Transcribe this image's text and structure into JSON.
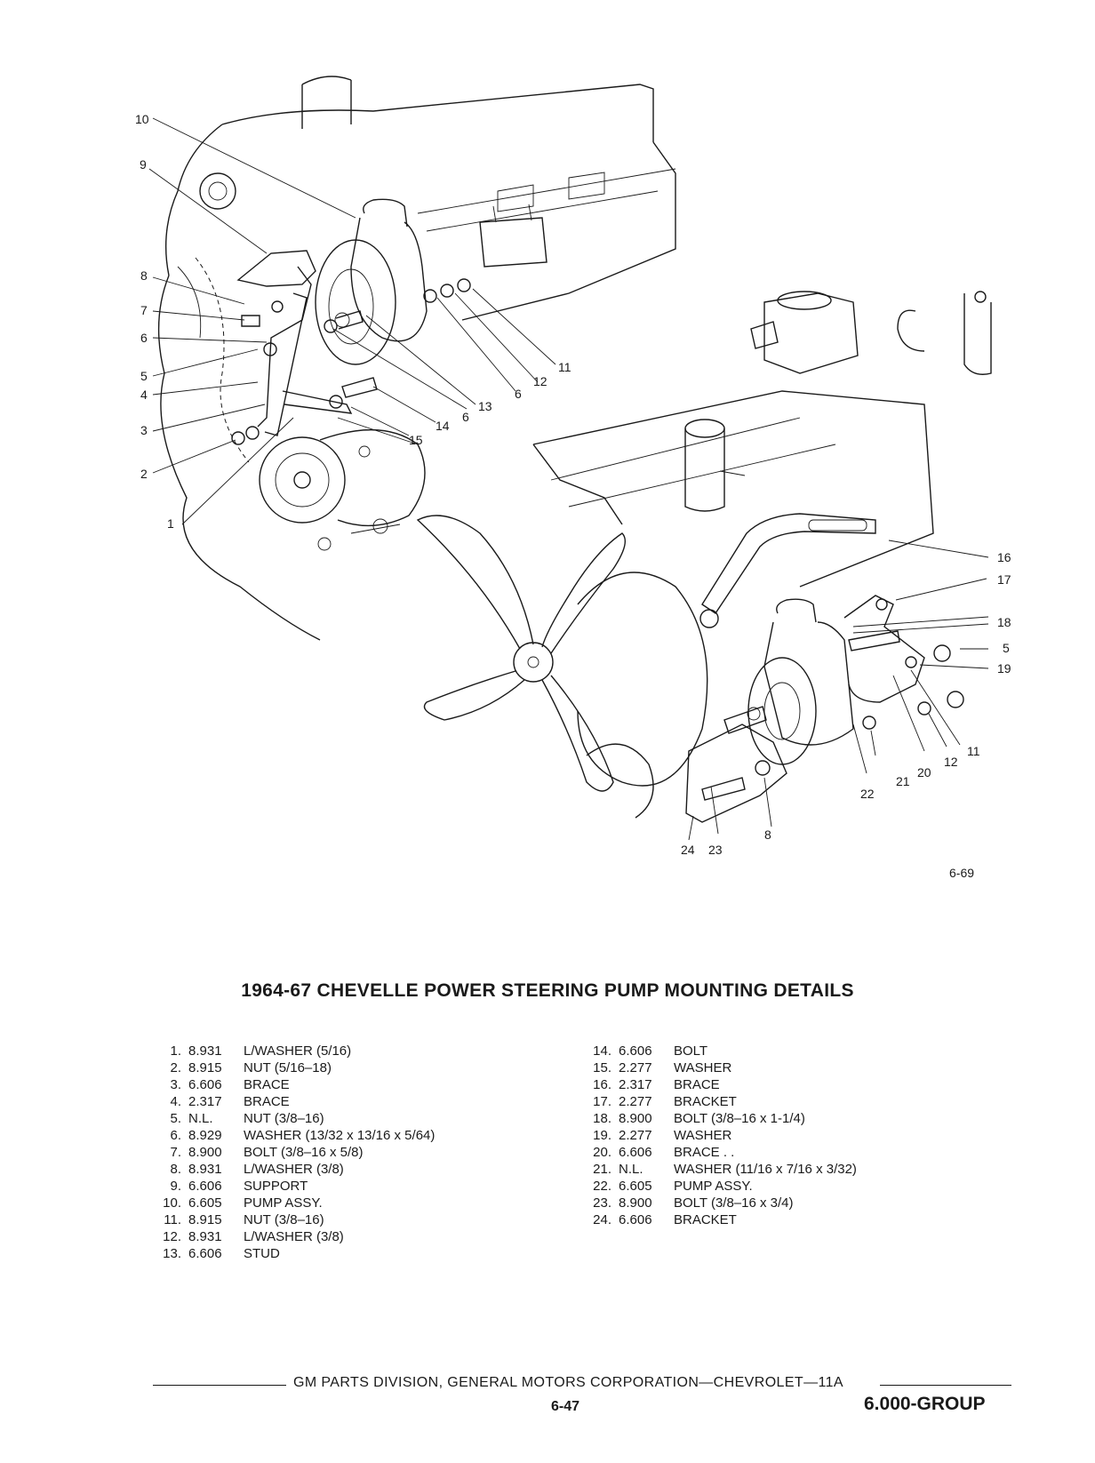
{
  "figure": {
    "callouts_upper": {
      "c10": "10",
      "c9": "9",
      "c8": "8",
      "c7": "7",
      "c6": "6",
      "c5": "5",
      "c4": "4",
      "c3": "3",
      "c2": "2",
      "c1": "1",
      "c11": "11",
      "c12": "12",
      "c6b": "6",
      "c13": "13",
      "c6c": "6",
      "c14": "14",
      "c15": "15"
    },
    "callouts_lower": {
      "c16": "16",
      "c17": "17",
      "c18": "18",
      "c5": "5",
      "c19": "19",
      "c11": "11",
      "c12": "12",
      "c20": "20",
      "c21": "21",
      "c22": "22",
      "c8": "8",
      "c24": "24",
      "c23": "23"
    },
    "ref": "6-69"
  },
  "title": "1964-67 CHEVELLE POWER STEERING PUMP MOUNTING DETAILS",
  "parts_left": [
    {
      "num": "1.",
      "code": "8.931",
      "desc": "L/WASHER (5/16)"
    },
    {
      "num": "2.",
      "code": "8.915",
      "desc": "NUT (5/16–18)"
    },
    {
      "num": "3.",
      "code": "6.606",
      "desc": "BRACE"
    },
    {
      "num": "4.",
      "code": "2.317",
      "desc": "BRACE"
    },
    {
      "num": "5.",
      "code": "N.L.",
      "desc": "NUT (3/8–16)"
    },
    {
      "num": "6.",
      "code": "8.929",
      "desc": "WASHER (13/32 x 13/16 x 5/64)"
    },
    {
      "num": "7.",
      "code": "8.900",
      "desc": "BOLT (3/8–16 x 5/8)"
    },
    {
      "num": "8.",
      "code": "8.931",
      "desc": "L/WASHER (3/8)"
    },
    {
      "num": "9.",
      "code": "6.606",
      "desc": "SUPPORT"
    },
    {
      "num": "10.",
      "code": "6.605",
      "desc": "PUMP ASSY."
    },
    {
      "num": "11.",
      "code": "8.915",
      "desc": "NUT (3/8–16)"
    },
    {
      "num": "12.",
      "code": "8.931",
      "desc": "L/WASHER (3/8)"
    },
    {
      "num": "13.",
      "code": "6.606",
      "desc": "STUD"
    }
  ],
  "parts_right": [
    {
      "num": "14.",
      "code": "6.606",
      "desc": "BOLT"
    },
    {
      "num": "15.",
      "code": "2.277",
      "desc": "WASHER"
    },
    {
      "num": "16.",
      "code": "2.317",
      "desc": "BRACE"
    },
    {
      "num": "17.",
      "code": "2.277",
      "desc": "BRACKET"
    },
    {
      "num": "18.",
      "code": "8.900",
      "desc": "BOLT (3/8–16 x 1-1/4)"
    },
    {
      "num": "19.",
      "code": "2.277",
      "desc": "WASHER"
    },
    {
      "num": "20.",
      "code": "6.606",
      "desc": "BRACE . ."
    },
    {
      "num": "21.",
      "code": "N.L.",
      "desc": "WASHER (11/16 x 7/16 x 3/32)"
    },
    {
      "num": "22.",
      "code": "6.605",
      "desc": "PUMP ASSY."
    },
    {
      "num": "23.",
      "code": "8.900",
      "desc": "BOLT (3/8–16 x 3/4)"
    },
    {
      "num": "24.",
      "code": "6.606",
      "desc": "BRACKET"
    }
  ],
  "footer": {
    "text": "GM PARTS DIVISION, GENERAL MOTORS CORPORATION—CHEVROLET—11A",
    "page": "6-47",
    "group": "6.000-GROUP"
  }
}
